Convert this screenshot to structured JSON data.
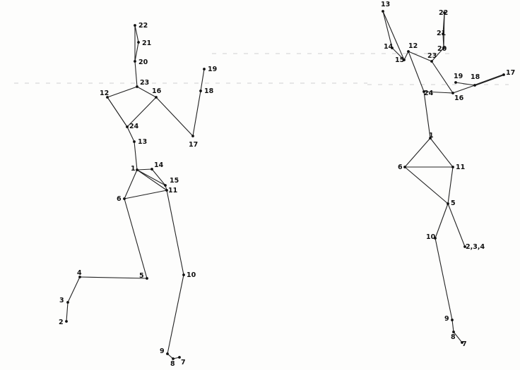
{
  "figures": [
    {
      "id": "left",
      "joints": [
        {
          "id": "22",
          "label": "22"
        },
        {
          "id": "21",
          "label": "21"
        },
        {
          "id": "20",
          "label": "20"
        },
        {
          "id": "23",
          "label": "23"
        },
        {
          "id": "12",
          "label": "12"
        },
        {
          "id": "16",
          "label": "16"
        },
        {
          "id": "19",
          "label": "19"
        },
        {
          "id": "18",
          "label": "18"
        },
        {
          "id": "17",
          "label": "17"
        },
        {
          "id": "24",
          "label": "24"
        },
        {
          "id": "13",
          "label": "13"
        },
        {
          "id": "14",
          "label": "14"
        },
        {
          "id": "15",
          "label": "15"
        },
        {
          "id": "1",
          "label": "1"
        },
        {
          "id": "11",
          "label": "11"
        },
        {
          "id": "6",
          "label": "6"
        },
        {
          "id": "5",
          "label": "5"
        },
        {
          "id": "4",
          "label": "4"
        },
        {
          "id": "3",
          "label": "3"
        },
        {
          "id": "2",
          "label": "2"
        },
        {
          "id": "10",
          "label": "10"
        },
        {
          "id": "9",
          "label": "9"
        },
        {
          "id": "8",
          "label": "8"
        },
        {
          "id": "7",
          "label": "7"
        }
      ],
      "bones": [
        [
          "22",
          "21"
        ],
        [
          "21",
          "20"
        ],
        [
          "22",
          "20"
        ],
        [
          "20",
          "23"
        ],
        [
          "23",
          "12"
        ],
        [
          "23",
          "16"
        ],
        [
          "12",
          "24"
        ],
        [
          "16",
          "24"
        ],
        [
          "16",
          "17"
        ],
        [
          "17",
          "18"
        ],
        [
          "18",
          "19"
        ],
        [
          "12",
          "24"
        ],
        [
          "24",
          "13"
        ],
        [
          "13",
          "1"
        ],
        [
          "1",
          "15"
        ],
        [
          "1",
          "14"
        ],
        [
          "14",
          "15"
        ],
        [
          "15",
          "11"
        ],
        [
          "1",
          "6"
        ],
        [
          "1",
          "11"
        ],
        [
          "6",
          "11"
        ],
        [
          "6",
          "5"
        ],
        [
          "5",
          "4"
        ],
        [
          "4",
          "3"
        ],
        [
          "3",
          "2"
        ],
        [
          "11",
          "10"
        ],
        [
          "10",
          "9"
        ],
        [
          "9",
          "8"
        ],
        [
          "8",
          "7"
        ]
      ]
    },
    {
      "id": "right",
      "joints": [
        {
          "id": "13",
          "label": "13"
        },
        {
          "id": "14",
          "label": "14"
        },
        {
          "id": "15",
          "label": "15"
        },
        {
          "id": "12",
          "label": "12"
        },
        {
          "id": "22",
          "label": "22"
        },
        {
          "id": "21",
          "label": "21"
        },
        {
          "id": "20",
          "label": "20"
        },
        {
          "id": "23",
          "label": "23"
        },
        {
          "id": "19",
          "label": "19"
        },
        {
          "id": "18",
          "label": "18"
        },
        {
          "id": "17",
          "label": "17"
        },
        {
          "id": "24",
          "label": "24"
        },
        {
          "id": "16",
          "label": "16"
        },
        {
          "id": "1",
          "label": "1"
        },
        {
          "id": "6",
          "label": "6"
        },
        {
          "id": "11",
          "label": "11"
        },
        {
          "id": "5",
          "label": "5"
        },
        {
          "id": "10",
          "label": "10"
        },
        {
          "id": "234",
          "label": "2,3,4"
        },
        {
          "id": "9",
          "label": "9"
        },
        {
          "id": "8",
          "label": "8"
        },
        {
          "id": "7",
          "label": "7"
        }
      ],
      "bones": [
        [
          "13",
          "14"
        ],
        [
          "13",
          "15"
        ],
        [
          "14",
          "15"
        ],
        [
          "15",
          "12"
        ],
        [
          "12",
          "23"
        ],
        [
          "12",
          "24"
        ],
        [
          "23",
          "16"
        ],
        [
          "24",
          "16"
        ],
        [
          "22",
          "21"
        ],
        [
          "21",
          "20"
        ],
        [
          "22",
          "20"
        ],
        [
          "20",
          "23"
        ],
        [
          "16",
          "18"
        ],
        [
          "18",
          "17"
        ],
        [
          "19",
          "18"
        ],
        [
          "24",
          "1"
        ],
        [
          "1",
          "6"
        ],
        [
          "1",
          "11"
        ],
        [
          "6",
          "11"
        ],
        [
          "6",
          "5"
        ],
        [
          "11",
          "5"
        ],
        [
          "5",
          "10"
        ],
        [
          "5",
          "234"
        ],
        [
          "10",
          "9"
        ],
        [
          "9",
          "8"
        ],
        [
          "8",
          "7"
        ]
      ]
    }
  ]
}
